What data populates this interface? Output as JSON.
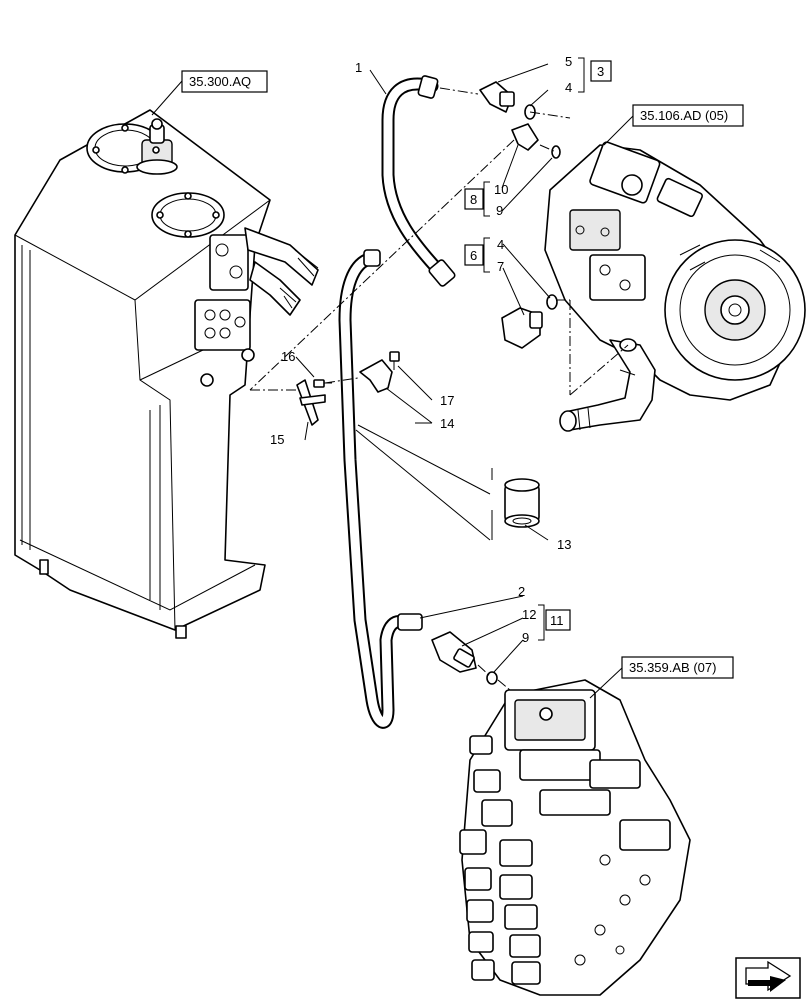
{
  "references": {
    "tank": "35.300.AQ",
    "pump": "35.106.AD (05)",
    "valve": "35.359.AB (07)"
  },
  "callouts": {
    "c1": "1",
    "c2": "2",
    "c4a": "4",
    "c5": "5",
    "c10": "10",
    "c9a": "9",
    "c4b": "4",
    "c7": "7",
    "c16": "16",
    "c15": "15",
    "c17": "17",
    "c14": "14",
    "c13": "13",
    "c12": "12",
    "c9b": "9"
  },
  "kits": {
    "k3": "3",
    "k8": "8",
    "k6": "6",
    "k11": "11"
  },
  "nav_icon": "next-page-arrow-icon"
}
